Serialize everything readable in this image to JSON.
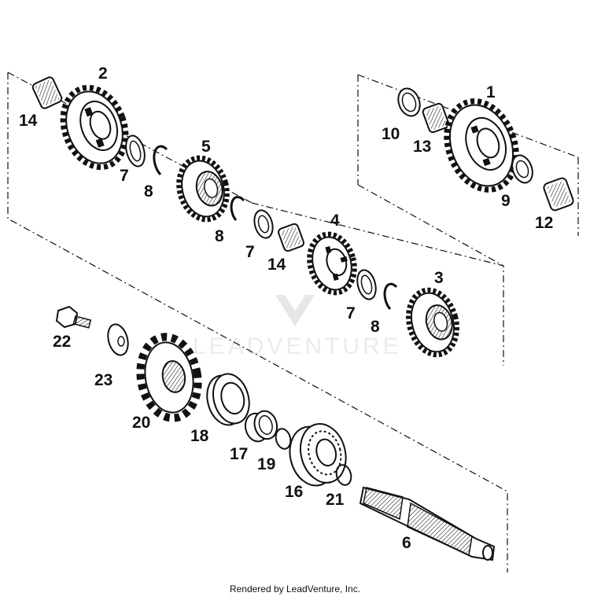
{
  "diagram": {
    "callouts": [
      "1",
      "2",
      "3",
      "4",
      "5",
      "6",
      "7",
      "8",
      "9",
      "10",
      "12",
      "13",
      "14",
      "16",
      "17",
      "18",
      "19",
      "20",
      "21",
      "22",
      "23"
    ],
    "watermark": "LEADVENTURE",
    "footer": "Rendered by LeadVenture, Inc."
  }
}
